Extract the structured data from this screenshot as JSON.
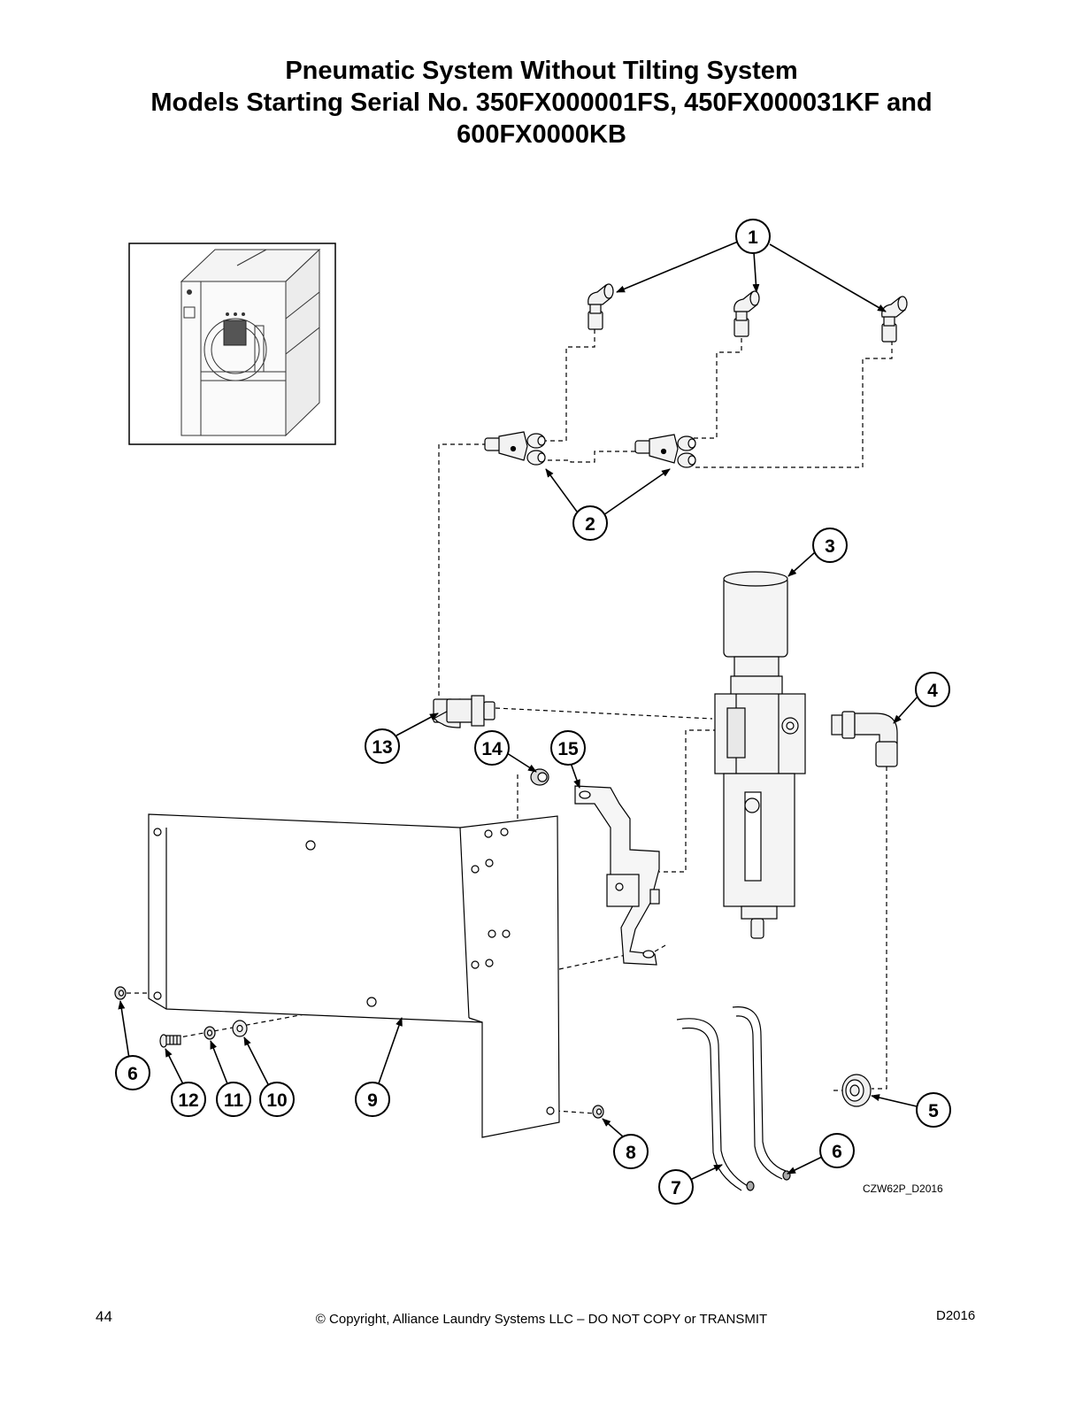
{
  "title": {
    "line1": "Pneumatic System Without Tilting System",
    "line2": "Models Starting Serial No. 350FX000001FS, 450FX000031KF and",
    "line3": "600FX0000KB"
  },
  "callouts": [
    "1",
    "2",
    "3",
    "4",
    "5",
    "6",
    "6",
    "7",
    "8",
    "9",
    "10",
    "11",
    "12",
    "13",
    "14",
    "15"
  ],
  "drawing_code": "CZW62P_D2016",
  "footer": {
    "page_number": "44",
    "copyright": "© Copyright, Alliance Laundry Systems LLC – DO NOT COPY or TRANSMIT",
    "doc_code": "D2016"
  }
}
